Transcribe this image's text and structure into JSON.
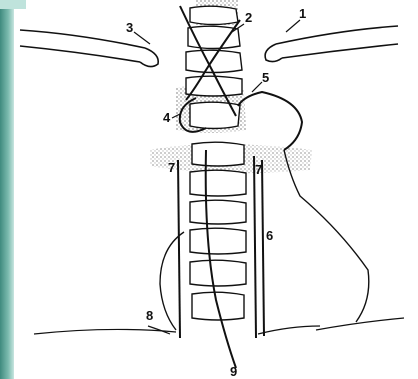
{
  "colors": {
    "left_band": "#5fa79a",
    "left_band_light": "#a7d4cc",
    "top_block": "#bfe3dc",
    "stipple": "#b8b8b8",
    "ink": "#111111",
    "bone_fill": "#ffffff"
  },
  "labels": [
    {
      "id": "1",
      "text": "1"
    },
    {
      "id": "2",
      "text": "2"
    },
    {
      "id": "3",
      "text": "3"
    },
    {
      "id": "4",
      "text": "4"
    },
    {
      "id": "5",
      "text": "5"
    },
    {
      "id": "6",
      "text": "6"
    },
    {
      "id": "7a",
      "text": "7"
    },
    {
      "id": "7b",
      "text": "7"
    },
    {
      "id": "8",
      "text": "8"
    },
    {
      "id": "9",
      "text": "9"
    }
  ]
}
